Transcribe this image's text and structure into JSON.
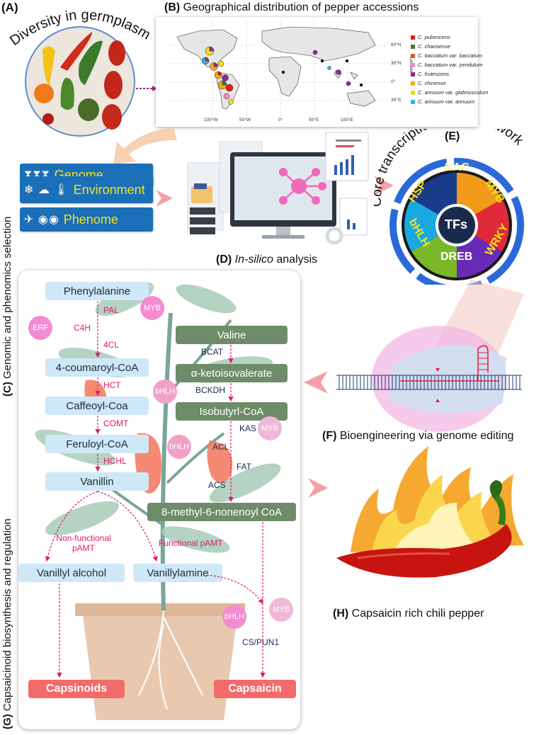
{
  "panels": {
    "A": {
      "letter": "(A)",
      "title": "Diversity in germplasm"
    },
    "B": {
      "letter": "(B)",
      "title": "Geographical distribution of pepper accessions"
    },
    "C": {
      "letter": "(C)",
      "title": "Genomic and phenomics selection"
    },
    "D": {
      "letter": "(D)",
      "title": "In-silico",
      "title_suffix": " analysis"
    },
    "E": {
      "letter": "(E)",
      "title": "Core transcription factor network"
    },
    "F": {
      "letter": "(F)",
      "title": "Bioengineering via genome editing"
    },
    "G": {
      "letter": "(G)",
      "title": "Capsaicinoid biosynthesis and regulation"
    },
    "H": {
      "letter": "(H)",
      "title": "Capsaicin rich chili pepper"
    }
  },
  "map": {
    "lat_ticks": [
      "60°N",
      "30°N",
      "0°",
      "30°S"
    ],
    "lon_ticks": [
      "100°W",
      "50°W",
      "0°",
      "50°E",
      "100°E"
    ],
    "lat_axis_label": "Latitude",
    "legend": [
      {
        "name": "C. pubescens",
        "color": "#e41a1c"
      },
      {
        "name": "C. chacoense",
        "color": "#4a7a2a"
      },
      {
        "name": "C. baccatum var. baccatum",
        "color": "#d4601a"
      },
      {
        "name": "C. baccatum var. pendulum",
        "color": "#f28cc8"
      },
      {
        "name": "C. frutescens",
        "color": "#8a2a9a"
      },
      {
        "name": "C. chinense",
        "color": "#f2a81a"
      },
      {
        "name": "C. annuum var. glabriusculum",
        "color": "#e8e020"
      },
      {
        "name": "C. annuum var. annuum",
        "color": "#30b8e8"
      }
    ]
  },
  "selection": {
    "genome": "Genome",
    "environment": "Environment",
    "phenome": "Phenome"
  },
  "tf_network": {
    "center": "TFs",
    "families": [
      "NAC",
      "MYB",
      "WRKY",
      "DREB",
      "bHLH",
      "HSP"
    ]
  },
  "pathway": {
    "phenylpropanoid": [
      "Phenylalanine",
      "4-coumaroyl-CoA",
      "Caffeoyl-Coa",
      "Feruloyl-CoA",
      "Vanillin"
    ],
    "phenylpropanoid_enzymes": [
      "PAL",
      "C4H",
      "4CL",
      "HCT",
      "COMT",
      "HCHL"
    ],
    "bcaa": [
      "Valine",
      "α-ketoisovalerate",
      "Isobutyrl-CoA",
      "8-methyl-6-nonenoyl CoA"
    ],
    "bcaa_enzymes": [
      "BCAT",
      "BCKDH",
      "KAS",
      "ACL",
      "FAT",
      "ACS"
    ],
    "branch_nonfunctional": "Non-functional pAMT",
    "branch_functional": "Functional pAMT",
    "vanillyl_alcohol": "Vanillyl alcohol",
    "vanillylamine": "Vanillylamine",
    "final_enzyme": "CS/PUN1",
    "capsinoids": "Capsinoids",
    "capsaicin": "Capsaicin",
    "regulators": {
      "myb": "MYB",
      "erf": "ERF",
      "bhlh": "bHLH"
    }
  }
}
